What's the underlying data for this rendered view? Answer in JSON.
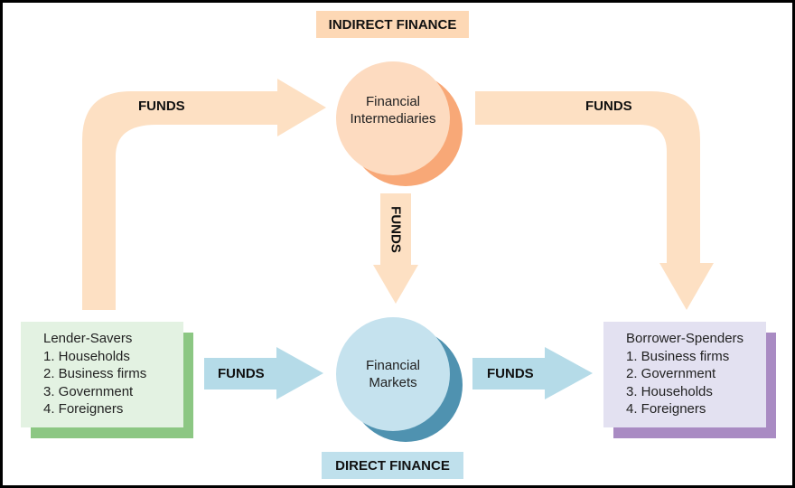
{
  "top_label": "INDIRECT FINANCE",
  "bottom_label": "DIRECT FINANCE",
  "intermediaries": {
    "line1": "Financial",
    "line2": "Intermediaries"
  },
  "markets": {
    "line1": "Financial",
    "line2": "Markets"
  },
  "funds_label": "FUNDS",
  "lenders": {
    "title": "Lender-Savers",
    "items": [
      "1. Households",
      "2. Business firms",
      "3. Government",
      "4. Foreigners"
    ]
  },
  "borrowers": {
    "title": "Borrower-Spenders",
    "items": [
      "1. Business firms",
      "2. Government",
      "3. Households",
      "4. Foreigners"
    ]
  },
  "colors": {
    "peach": "#fde0c3",
    "orange_circle": "#fddbc0",
    "orange_shadow": "#f8a877",
    "blue_arrow": "#b5dbe8",
    "blue_circle": "#c5e2ee",
    "blue_shadow": "#4f92b0",
    "green_box": "#e3f2e2",
    "green_shadow": "#8cc783",
    "purple_box": "#e3e1f1",
    "purple_shadow": "#a98bc3"
  }
}
